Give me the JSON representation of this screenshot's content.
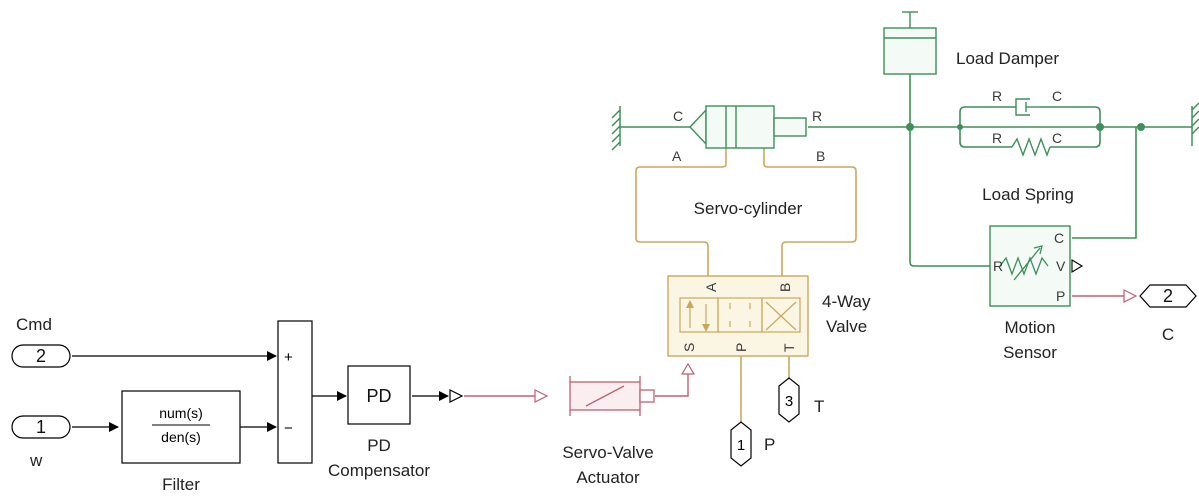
{
  "colors": {
    "signal": "#000000",
    "mech": "#3f8f5a",
    "hyd": "#c9a85c",
    "phys": "#c06070",
    "block_fill_hyd": "#fbf6e4",
    "block_fill_mech": "#f4faf5"
  },
  "labels": {
    "cmd": "Cmd",
    "w": "w",
    "filter": "Filter",
    "pd": "PD",
    "pd_comp_1": "PD",
    "pd_comp_2": "Compensator",
    "sva_1": "Servo-Valve",
    "sva_2": "Actuator",
    "valve_1": "4-Way",
    "valve_2": "Valve",
    "servo_cyl": "Servo-cylinder",
    "load_damper": "Load Damper",
    "load_spring": "Load Spring",
    "motion_1": "Motion",
    "motion_2": "Sensor",
    "out_c": "C",
    "p_label": "P",
    "t_label": "T"
  },
  "ports": {
    "cmd_num": "2",
    "w_num": "1",
    "out_num": "2",
    "p_num": "1",
    "t_num": "3",
    "plus": "+",
    "minus": "−",
    "tf_num": "num(s)",
    "tf_den": "den(s)",
    "cyl_c": "C",
    "cyl_r": "R",
    "cyl_a": "A",
    "cyl_b": "B",
    "valve_a": "A",
    "valve_b": "B",
    "valve_s": "S",
    "valve_p": "P",
    "valve_t": "T",
    "damper_r": "R",
    "damper_c": "C",
    "spring_r": "R",
    "spring_c": "C",
    "ms_c": "C",
    "ms_r": "R",
    "ms_v": "V",
    "ms_p": "P"
  }
}
